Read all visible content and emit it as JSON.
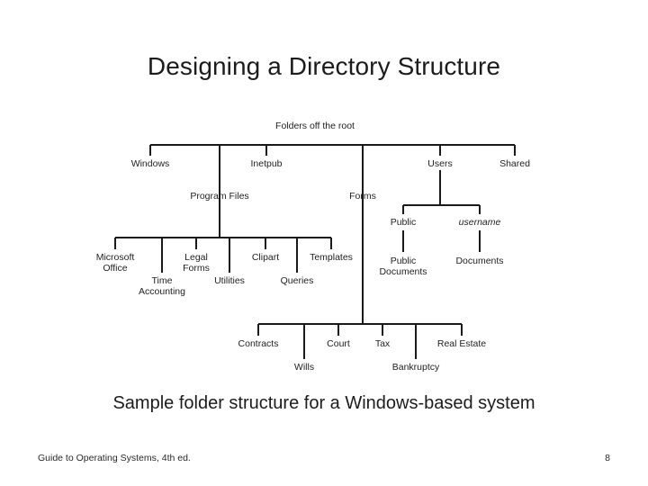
{
  "slide": {
    "title": "Designing a Directory Structure",
    "caption": "Sample folder structure for a Windows-based system",
    "footer_left": "Guide to Operating Systems, 4th ed.",
    "footer_page": "8",
    "background_color": "#ffffff",
    "line_color": "#1a1a1a",
    "text_color": "#1f1f1f"
  },
  "diagram": {
    "root_label": "Folders off the root",
    "nodes": {
      "windows": "Windows",
      "program_files": "Program Files",
      "inetpub": "Inetpub",
      "forms": "Forms",
      "users": "Users",
      "shared": "Shared",
      "microsoft_office_line1": "Microsoft",
      "microsoft_office_line2": "Office",
      "time_accounting_line1": "Time",
      "time_accounting_line2": "Accounting",
      "legal_forms_line1": "Legal",
      "legal_forms_line2": "Forms",
      "utilities": "Utilities",
      "clipart": "Clipart",
      "queries": "Queries",
      "templates": "Templates",
      "public": "Public",
      "username": "username",
      "public_documents_line1": "Public",
      "public_documents_line2": "Documents",
      "documents": "Documents",
      "contracts": "Contracts",
      "wills": "Wills",
      "court": "Court",
      "tax": "Tax",
      "bankruptcy": "Bankruptcy",
      "real_estate": "Real Estate"
    }
  }
}
